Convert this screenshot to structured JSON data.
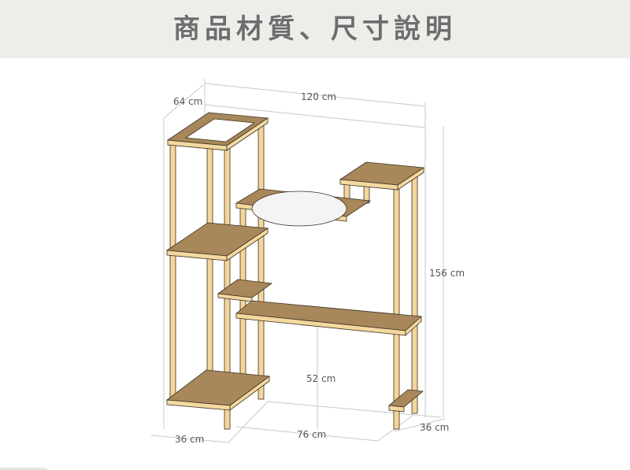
{
  "header": {
    "title": "商品材質、尺寸說明"
  },
  "diagram": {
    "subject": "wooden-shelf-rack-with-basin",
    "colors": {
      "board_top": "#a8875a",
      "board_edge": "#f3d9a0",
      "pole": "#f2d69a",
      "pole_shade": "#d9b673",
      "outline": "#3c3122",
      "dim_line": "#c8c8c8",
      "basin": "#f4f4f4"
    },
    "dimensions": {
      "total_width": "120 cm",
      "left_depth": "64 cm",
      "height": "156 cm",
      "shelf_height": "52 cm",
      "bottom_left_depth": "36 cm",
      "bottom_gap": "76 cm",
      "bottom_right_depth": "36 cm"
    }
  }
}
